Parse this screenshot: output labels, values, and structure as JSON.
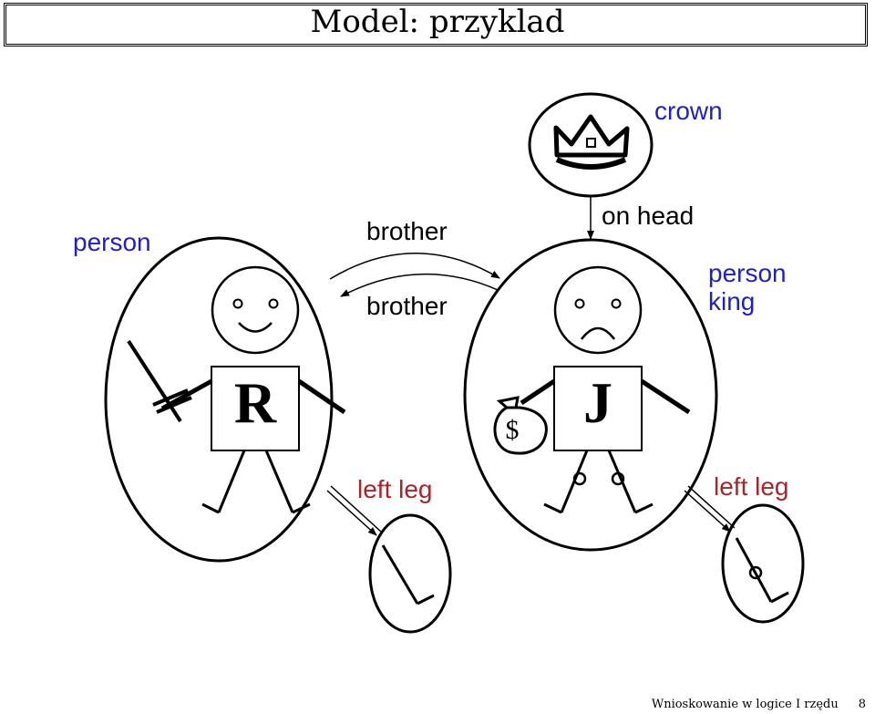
{
  "title": "Model: przyklad",
  "labels": {
    "crown": "crown",
    "person_left": "person",
    "brother_top": "brother",
    "brother_bottom": "brother",
    "on_head": "on head",
    "person_right": "person",
    "king": "king",
    "left_leg_1": "left leg",
    "left_leg_2": "left leg",
    "r_letter": "R",
    "j_letter": "J",
    "dollar": "$"
  },
  "colors": {
    "relation_label": "#1f1fc8",
    "function_label": "#a7252b",
    "ink": "#000000"
  },
  "footer": {
    "text": "Wnioskowanie w logice I rzędu",
    "page": "8"
  }
}
